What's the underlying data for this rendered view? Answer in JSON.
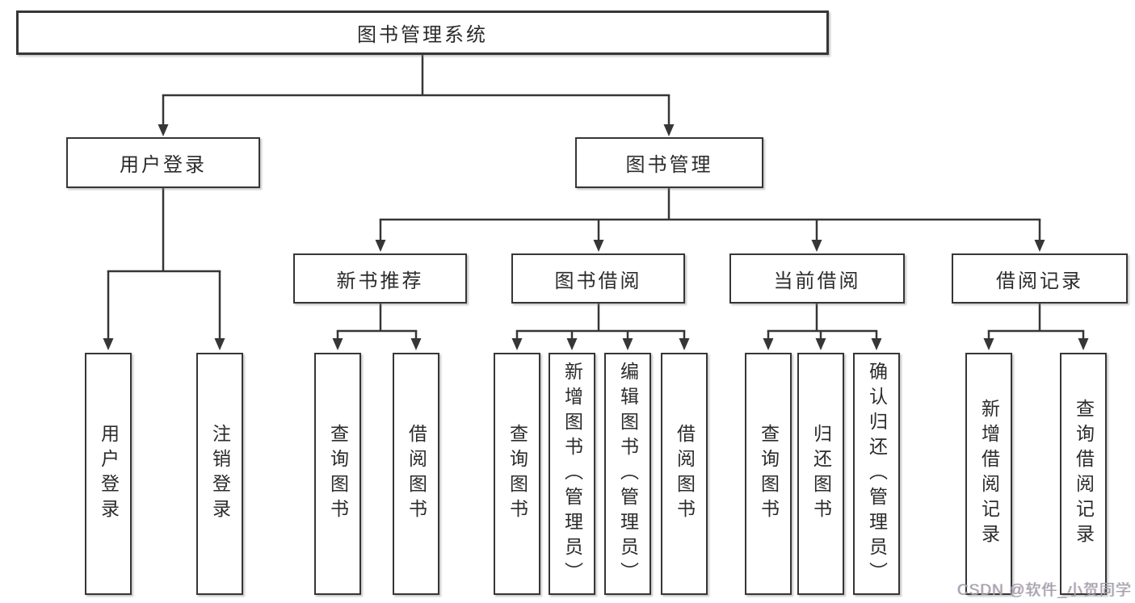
{
  "nodes": {
    "root": "图书管理系统",
    "user_login": "用户登录",
    "book_mgmt": "图书管理",
    "new_books": "新书推荐",
    "book_borrow": "图书借阅",
    "current_borrow": "当前借阅",
    "borrow_records": "借阅记录",
    "leaf_user_login": "用户登录",
    "leaf_logout": "注销登录",
    "leaf_nb_query": "查询图书",
    "leaf_nb_borrow": "借阅图书",
    "leaf_bb_query": "查询图书",
    "leaf_bb_add": "新增图书（管理员）",
    "leaf_bb_edit": "编辑图书（管理员）",
    "leaf_bb_borrow": "借阅图书",
    "leaf_cb_query": "查询图书",
    "leaf_cb_return": "归还图书",
    "leaf_cb_confirm": "确认归还（管理员）",
    "leaf_br_add": "新增借阅记录",
    "leaf_br_query": "查询借阅记录"
  },
  "hierarchy": {
    "图书管理系统": {
      "用户登录": [
        "用户登录",
        "注销登录"
      ],
      "图书管理": {
        "新书推荐": [
          "查询图书",
          "借阅图书"
        ],
        "图书借阅": [
          "查询图书",
          "新增图书（管理员）",
          "编辑图书（管理员）",
          "借阅图书"
        ],
        "当前借阅": [
          "查询图书",
          "归还图书",
          "确认归还（管理员）"
        ],
        "借阅记录": [
          "新增借阅记录",
          "查询借阅记录"
        ]
      }
    }
  },
  "watermark": "CSDN @软件_小贺同学",
  "colors": {
    "line": "#363636",
    "text": "#2b2b2b",
    "background": "#ffffff",
    "watermark": "#9fa3a8"
  }
}
